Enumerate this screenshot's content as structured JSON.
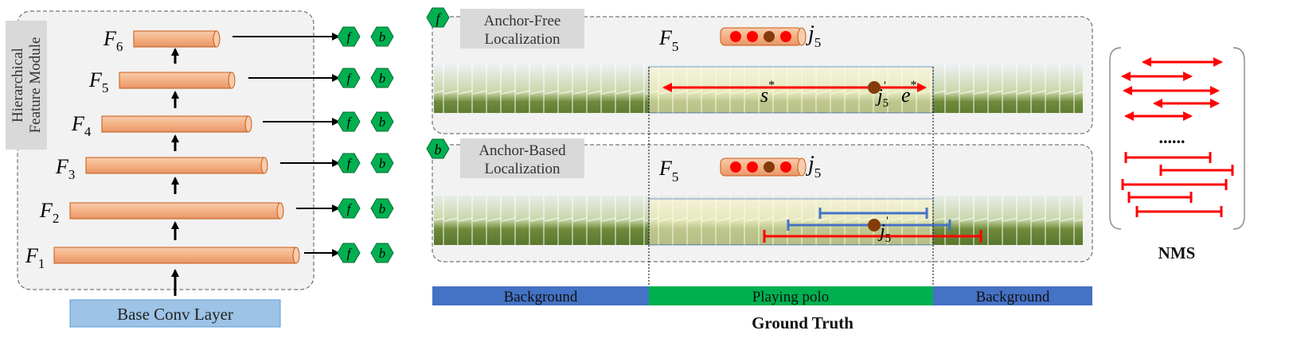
{
  "hfm": {
    "title_line1": "Hierarchical",
    "title_line2": "Feature Module",
    "base_layer": "Base Conv Layer",
    "levels": [
      {
        "letter": "F",
        "sub": "6"
      },
      {
        "letter": "F",
        "sub": "5"
      },
      {
        "letter": "F",
        "sub": "4"
      },
      {
        "letter": "F",
        "sub": "3"
      },
      {
        "letter": "F",
        "sub": "2"
      },
      {
        "letter": "F",
        "sub": "1"
      }
    ],
    "hex_f": "f",
    "hex_b": "b"
  },
  "anchor_free": {
    "badge": "f",
    "title_line1": "Anchor-Free",
    "title_line2": "Localization",
    "feature_letter": "F",
    "feature_sub": "5",
    "j_letter": "j",
    "j_sub": "5",
    "s_label": "s",
    "s_sup": "*",
    "e_label": "e",
    "e_sup": "*",
    "j_point_letter": "j",
    "j_point_sub": "5",
    "j_point_sup": "'"
  },
  "anchor_based": {
    "badge": "b",
    "title_line1": "Anchor-Based",
    "title_line2": "Localization",
    "feature_letter": "F",
    "feature_sub": "5",
    "j_letter": "j",
    "j_sub": "5",
    "j_point_letter": "j",
    "j_point_sub": "5",
    "j_point_sup": "'"
  },
  "ground_truth": {
    "segments": [
      "Background",
      "Playing polo",
      "Background"
    ],
    "caption": "Ground Truth"
  },
  "nms": {
    "label": "NMS",
    "dots": "......"
  },
  "colors": {
    "block_fill": "#f4b183",
    "block_stroke": "#c55a11",
    "hex_fill": "#00b050",
    "bg_blue": "#4472c4",
    "gt_green": "#00b050",
    "base_layer": "#9dc3e6",
    "arrow_red": "#ff0000",
    "bar_blue": "#4472c4",
    "dot_red": "#ff0000",
    "dot_brown": "#843c0c",
    "title_gray": "#d9d9d9"
  }
}
